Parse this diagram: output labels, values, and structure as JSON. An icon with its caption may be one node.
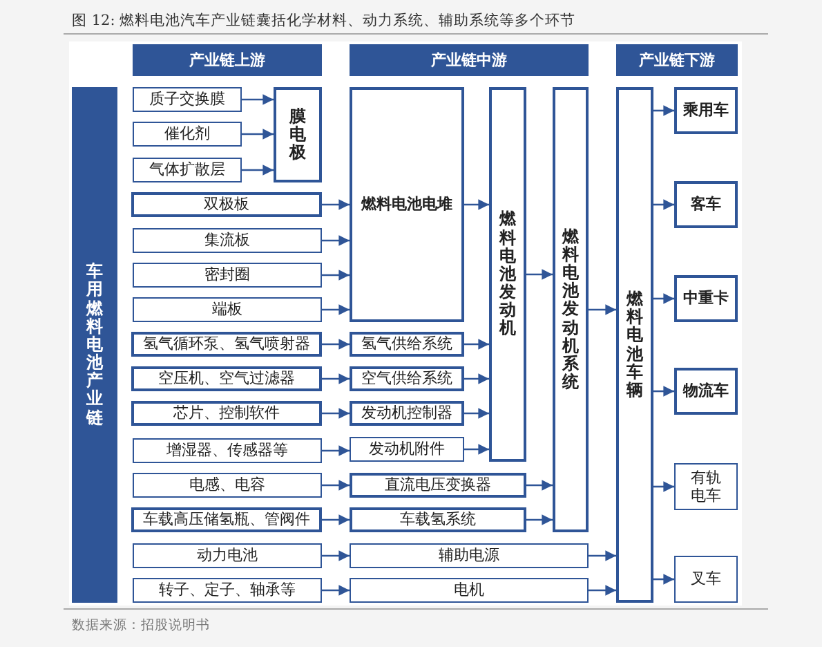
{
  "diagram": {
    "title": "图 12: 燃料电池汽车产业链囊括化学材料、动力系统、辅助系统等多个环节",
    "nodes": [
      {
        "text": [
          "产业链上游"
        ]
      },
      {
        "text": [
          "产业链中游"
        ]
      },
      {
        "text": [
          "产业链下游"
        ]
      },
      {
        "text": [
          "车用燃料电池产业链"
        ]
      },
      {
        "text": [
          "质子交换膜"
        ]
      },
      {
        "text": [
          "催化剂"
        ]
      },
      {
        "text": [
          "气体扩散层"
        ]
      },
      {
        "text": [
          "膜电极"
        ]
      },
      {
        "text": [
          "双极板"
        ]
      },
      {
        "text": [
          "集流板"
        ]
      },
      {
        "text": [
          "密封圈"
        ]
      },
      {
        "text": [
          "端板"
        ]
      },
      {
        "text": [
          "氢气循环泵、氢气喷射器"
        ]
      },
      {
        "text": [
          "空压机、空气过滤器"
        ]
      },
      {
        "text": [
          "芯片、控制软件"
        ]
      },
      {
        "text": [
          "增湿器、传感器等"
        ]
      },
      {
        "text": [
          "电感、电容"
        ]
      },
      {
        "text": [
          "车载高压储氢瓶、管阀件"
        ]
      },
      {
        "text": [
          "动力电池"
        ]
      },
      {
        "text": [
          "转子、定子、轴承等"
        ]
      },
      {
        "text": [
          "燃料电池电堆"
        ]
      },
      {
        "text": [
          "氢气供给系统"
        ]
      },
      {
        "text": [
          "空气供给系统"
        ]
      },
      {
        "text": [
          "发动机控制器"
        ]
      },
      {
        "text": [
          "发动机附件"
        ]
      },
      {
        "text": [
          "燃料电池发动机"
        ]
      },
      {
        "text": [
          "直流电压变换器"
        ]
      },
      {
        "text": [
          "车载氢系统"
        ]
      },
      {
        "text": [
          "燃料电池发动机系统"
        ]
      },
      {
        "text": [
          "辅助电源"
        ]
      },
      {
        "text": [
          "电机"
        ]
      },
      {
        "text": [
          "燃料电池车辆"
        ]
      },
      {
        "text": [
          "乘用车"
        ]
      },
      {
        "text": [
          "客车"
        ]
      },
      {
        "text": [
          "中重卡"
        ]
      },
      {
        "text": [
          "物流车"
        ]
      },
      {
        "text": [
          "有轨电车"
        ]
      },
      {
        "text": [
          "叉车"
        ]
      }
    ],
    "edges": [
      {
        "from": 4,
        "to": 7,
        "arrow": "to"
      },
      {
        "from": 5,
        "to": 7,
        "arrow": "to"
      },
      {
        "from": 6,
        "to": 7,
        "arrow": "to"
      },
      {
        "from": 8,
        "to": 20,
        "arrow": "to"
      },
      {
        "from": 9,
        "to": 20,
        "arrow": "to"
      },
      {
        "from": 10,
        "to": 20,
        "arrow": "to"
      },
      {
        "from": 11,
        "to": 20,
        "arrow": "to"
      },
      {
        "from": 12,
        "to": 21,
        "arrow": "to"
      },
      {
        "from": 13,
        "to": 22,
        "arrow": "to"
      },
      {
        "from": 14,
        "to": 23,
        "arrow": "to"
      },
      {
        "from": 15,
        "to": 24,
        "arrow": "to"
      },
      {
        "from": 16,
        "to": 26,
        "arrow": "to"
      },
      {
        "from": 17,
        "to": 27,
        "arrow": "to"
      },
      {
        "from": 18,
        "to": 29,
        "arrow": "to"
      },
      {
        "from": 19,
        "to": 30,
        "arrow": "to"
      },
      {
        "from": 20,
        "to": 25,
        "arrow": "to"
      },
      {
        "from": 21,
        "to": 25,
        "arrow": "to"
      },
      {
        "from": 22,
        "to": 25,
        "arrow": "to"
      },
      {
        "from": 23,
        "to": 25,
        "arrow": "to"
      },
      {
        "from": 24,
        "to": 25,
        "arrow": "to"
      },
      {
        "from": 25,
        "to": 28,
        "arrow": "to"
      },
      {
        "from": 26,
        "to": 28,
        "arrow": "to"
      },
      {
        "from": 27,
        "to": 28,
        "arrow": "to"
      },
      {
        "from": 28,
        "to": 31,
        "arrow": "to"
      },
      {
        "from": 29,
        "to": 31,
        "arrow": "to"
      },
      {
        "from": 30,
        "to": 31,
        "arrow": "to"
      },
      {
        "from": 31,
        "to": 32,
        "arrow": "to"
      },
      {
        "from": 31,
        "to": 33,
        "arrow": "to"
      },
      {
        "from": 31,
        "to": 34,
        "arrow": "to"
      },
      {
        "from": 31,
        "to": 35,
        "arrow": "to"
      },
      {
        "from": 31,
        "to": 36,
        "arrow": "to"
      },
      {
        "from": 31,
        "to": 37,
        "arrow": "to"
      }
    ],
    "caption": "数据来源：招股说明书"
  }
}
